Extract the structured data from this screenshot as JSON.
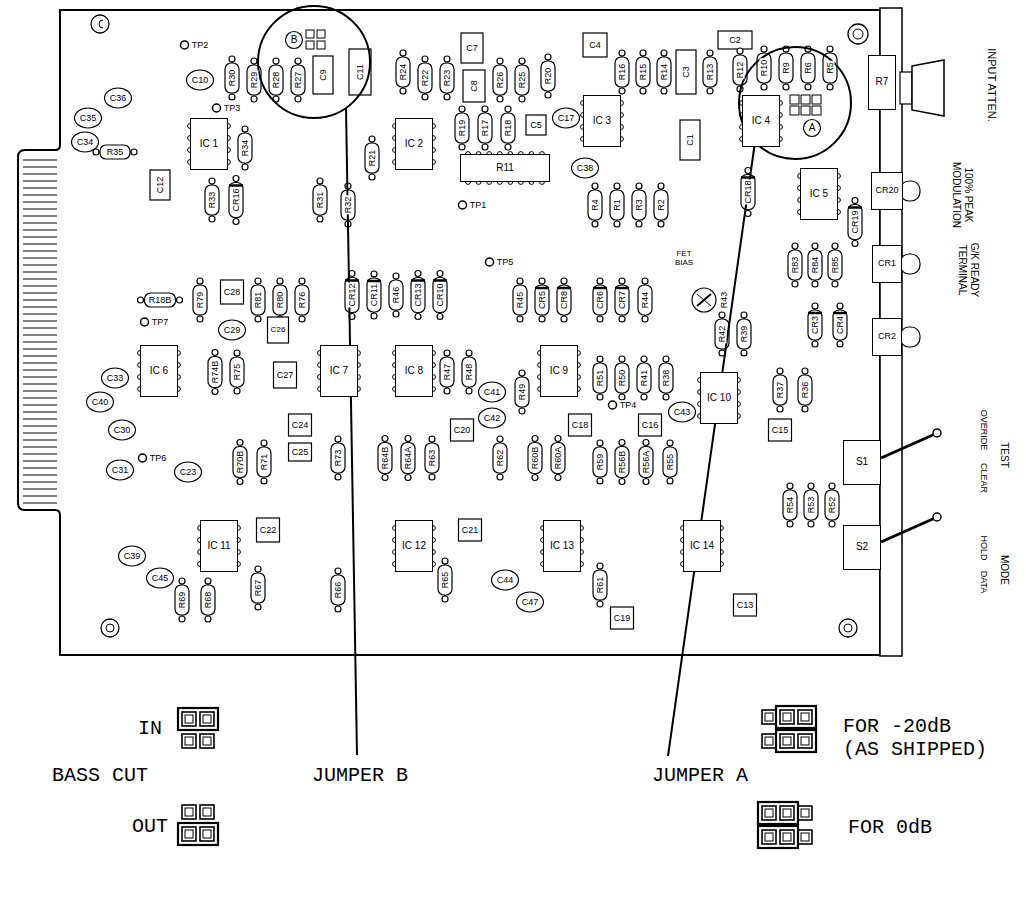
{
  "diagram": {
    "nodes": [
      {
        "text": [
          "IC 1"
        ]
      },
      {
        "text": [
          "IC 2"
        ]
      },
      {
        "text": [
          "IC 3"
        ]
      },
      {
        "text": [
          "IC 4"
        ]
      },
      {
        "text": [
          "IC 5"
        ]
      },
      {
        "text": [
          "IC 6"
        ]
      },
      {
        "text": [
          "IC 7"
        ]
      },
      {
        "text": [
          "IC 8"
        ]
      },
      {
        "text": [
          "IC 9"
        ]
      },
      {
        "text": [
          "IC 10"
        ]
      },
      {
        "text": [
          "IC 11"
        ]
      },
      {
        "text": [
          "IC 12"
        ]
      },
      {
        "text": [
          "IC 13"
        ]
      },
      {
        "text": [
          "IC 14"
        ]
      },
      {
        "text": [
          "R11"
        ]
      },
      {
        "text": [
          "R7"
        ]
      },
      {
        "text": [
          "S1"
        ]
      },
      {
        "text": [
          "S2"
        ]
      },
      {
        "text": [
          "CR20"
        ]
      },
      {
        "text": [
          "CR1"
        ]
      },
      {
        "text": [
          "CR2"
        ]
      }
    ],
    "labels": [
      "IN",
      "BASS CUT",
      "JUMPER B",
      "JUMPER A",
      "OUT",
      "FOR -20dB (AS SHIPPED)",
      "FOR 0dB",
      "INPUT ATTEN.",
      "100% PEAK MODULATION",
      "G/K READY TERMINAL",
      "TEST",
      "OVERIDE",
      "CLEAR",
      "HOLD",
      "DATA",
      "MODE",
      "FET BIAS",
      "B",
      "A",
      "TP1",
      "TP2",
      "TP3",
      "TP4",
      "TP5",
      "TP6",
      "TP7",
      "R30",
      "R29",
      "R28",
      "R27",
      "C9",
      "C11",
      "R24",
      "R22",
      "R23",
      "C7",
      "C8",
      "R26",
      "R25",
      "R20",
      "C4",
      "R16",
      "R15",
      "R14",
      "C3",
      "R13",
      "C2",
      "R12",
      "R10",
      "R9",
      "R6",
      "R5",
      "C35",
      "C36",
      "C34",
      "R35",
      "C10",
      "R34",
      "C12",
      "R33",
      "CR16",
      "R31",
      "R32",
      "R21",
      "R19",
      "R17",
      "R18",
      "C5",
      "C17",
      "C38",
      "C1",
      "R4",
      "R1",
      "R3",
      "R2",
      "CR18",
      "R18B",
      "R79",
      "C28",
      "C29",
      "R81",
      "R80",
      "R76",
      "CR12",
      "CR11",
      "R46",
      "CR13",
      "CR10",
      "R45",
      "CR5",
      "CR8",
      "CR6",
      "CR7",
      "R44",
      "R43",
      "R42",
      "R39",
      "R83",
      "R84",
      "R85",
      "CR19",
      "CR3",
      "CR4",
      "R37",
      "R36",
      "C33",
      "C40",
      "C30",
      "C31",
      "C23",
      "R74B",
      "R75",
      "C26",
      "C27",
      "R47",
      "R48",
      "C41",
      "R49",
      "R51",
      "R50",
      "R41",
      "R38",
      "C43",
      "C42",
      "C24",
      "C25",
      "R70B",
      "R71",
      "R73",
      "R64B",
      "R64A",
      "R63",
      "C20",
      "R62",
      "R60B",
      "R60A",
      "C18",
      "R59",
      "R56B",
      "R56A",
      "R55",
      "C16",
      "C15",
      "R54",
      "R53",
      "R52",
      "C45",
      "C39",
      "R69",
      "R68",
      "R67",
      "C22",
      "R66",
      "C21",
      "R65",
      "C44",
      "C47",
      "R61",
      "C19",
      "C13"
    ]
  }
}
